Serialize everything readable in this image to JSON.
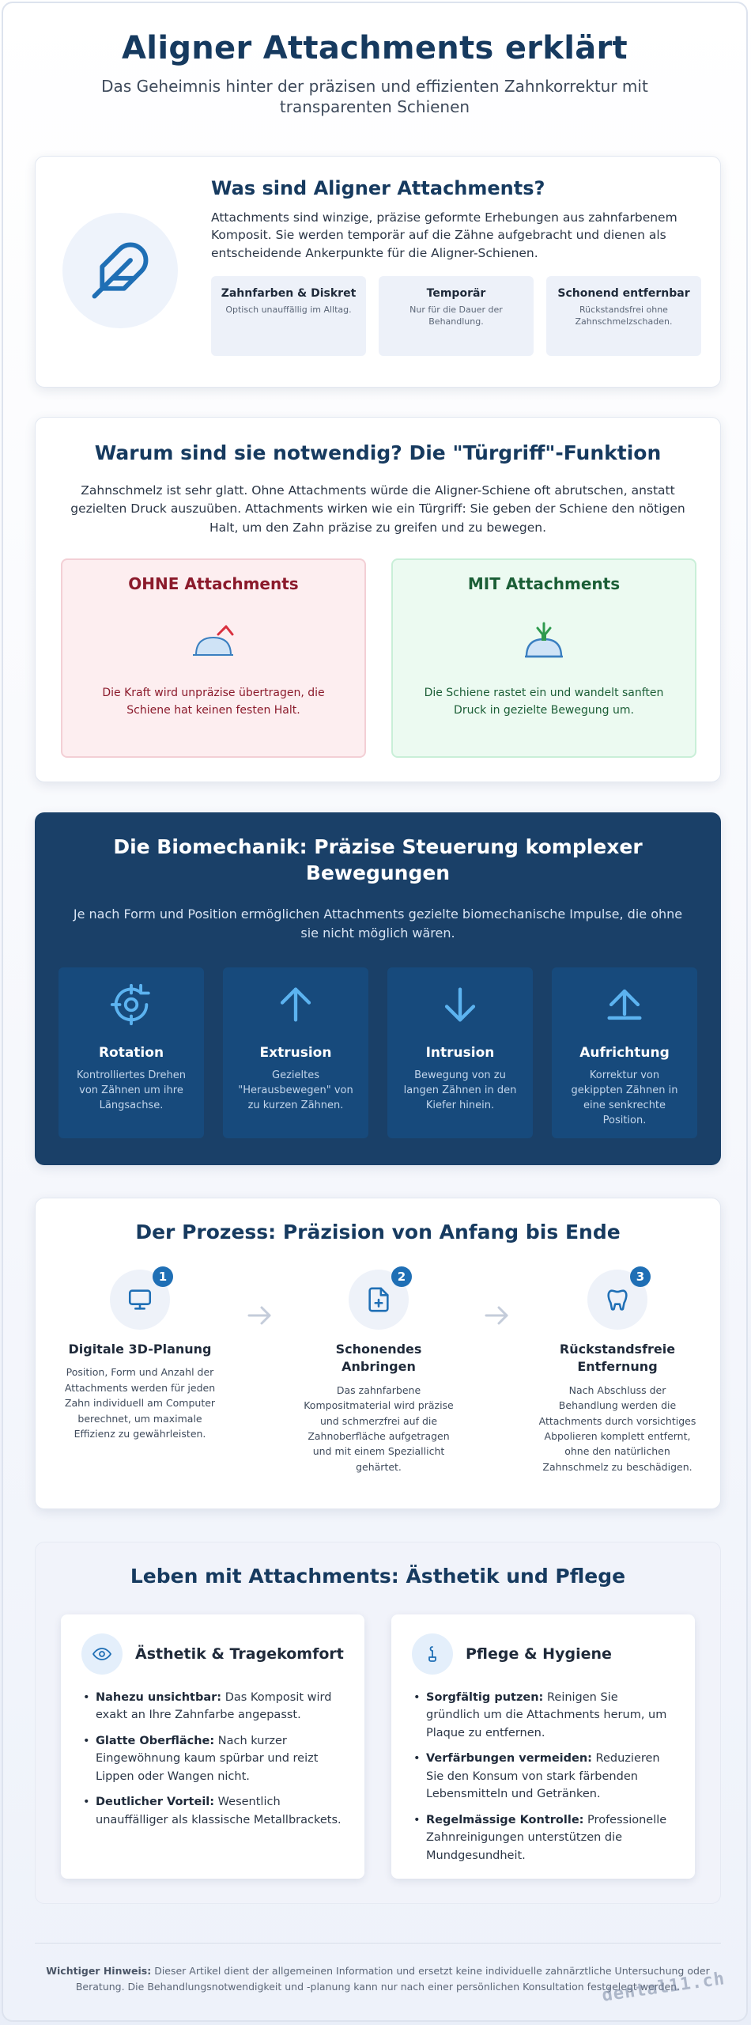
{
  "header": {
    "title": "Aligner Attachments erklärt",
    "subtitle": "Das Geheimnis hinter der präzisen und effizienten Zahnkorrektur mit transparenten Schienen"
  },
  "intro_section": {
    "icon": "feather-icon",
    "title": "Was sind Aligner Attachments?",
    "text": "Attachments sind winzige, präzise geformte Erhebungen aus zahnfarbenem Komposit. Sie werden temporär auf die Zähne aufgebracht und dienen als entscheidende Ankerpunkte für die Aligner-Schienen.",
    "features": [
      {
        "title": "Zahnfarben & Diskret",
        "desc": "Optisch unauffällig im Alltag."
      },
      {
        "title": "Temporär",
        "desc": "Nur für die Dauer der Behandlung."
      },
      {
        "title": "Schonend entfernbar",
        "desc": "Rückstandsfrei ohne Zahnschmelzschaden."
      }
    ]
  },
  "why_section": {
    "title": "Warum sind sie notwendig? Die \"Türgriff\"-Funktion",
    "text": "Zahnschmelz ist sehr glatt. Ohne Attachments würde die Aligner-Schiene oft abrutschen, anstatt gezielten Druck auszuüben. Attachments wirken wie ein Türgriff: Sie geben der Schiene den nötigen Halt, um den Zahn präzise zu greifen und zu bewegen.",
    "without": {
      "title": "OHNE Attachments",
      "desc": "Die Kraft wird unpräzise übertragen, die Schiene hat keinen festen Halt.",
      "color": "#8b1a2b"
    },
    "with": {
      "title": "MIT Attachments",
      "desc": "Die Schiene rastet ein und wandelt sanften Druck in gezielte Bewegung um.",
      "color": "#1b5e36"
    }
  },
  "bio_section": {
    "title": "Die Biomechanik: Präzise Steuerung komplexer Bewegungen",
    "text": "Je nach Form und Position ermöglichen Attachments gezielte biomechanische Impulse, die ohne sie nicht möglich wären.",
    "items": [
      {
        "title": "Rotation",
        "desc": "Kontrolliertes Drehen von Zähnen um ihre Längsachse.",
        "icon": "rotation-icon"
      },
      {
        "title": "Extrusion",
        "desc": "Gezieltes \"Herausbewegen\" von zu kurzen Zähnen.",
        "icon": "arrow-up-icon"
      },
      {
        "title": "Intrusion",
        "desc": "Bewegung von zu langen Zähnen in den Kiefer hinein.",
        "icon": "arrow-down-icon"
      },
      {
        "title": "Aufrichtung",
        "desc": "Korrektur von gekippten Zähnen in eine senkrechte Position.",
        "icon": "upright-icon"
      }
    ]
  },
  "process_section": {
    "title": "Der Prozess: Präzision von Anfang bis Ende",
    "steps": [
      {
        "num": "1",
        "title": "Digitale 3D-Planung",
        "desc": "Position, Form und Anzahl der Attachments werden für jeden Zahn individuell am Computer berechnet, um maximale Effizienz zu gewährleisten.",
        "icon": "monitor-icon"
      },
      {
        "num": "2",
        "title": "Schonendes Anbringen",
        "desc": "Das zahnfarbene Kompositmaterial wird präzise und schmerzfrei auf die Zahnoberfläche aufgetragen und mit einem Speziallicht gehärtet.",
        "icon": "file-plus-icon"
      },
      {
        "num": "3",
        "title": "Rückstandsfreie Entfernung",
        "desc": "Nach Abschluss der Behandlung werden die Attachments durch vorsichtiges Abpolieren komplett entfernt, ohne den natürlichen Zahnschmelz zu beschädigen.",
        "icon": "tooth-icon"
      }
    ]
  },
  "care_section": {
    "title": "Leben mit Attachments: Ästhetik und Pflege",
    "left": {
      "title": "Ästhetik & Tragekomfort",
      "items": [
        {
          "bold": "Nahezu unsichtbar:",
          "text": " Das Komposit wird exakt an Ihre Zahnfarbe angepasst."
        },
        {
          "bold": "Glatte Oberfläche:",
          "text": " Nach kurzer Eingewöhnung kaum spürbar und reizt Lippen oder Wangen nicht."
        },
        {
          "bold": "Deutlicher Vorteil:",
          "text": " Wesentlich unauffälliger als klassische Metallbrackets."
        }
      ]
    },
    "right": {
      "title": "Pflege & Hygiene",
      "items": [
        {
          "bold": "Sorgfältig putzen:",
          "text": " Reinigen Sie gründlich um die Attachments herum, um Plaque zu entfernen."
        },
        {
          "bold": "Verfärbungen vermeiden:",
          "text": " Reduzieren Sie den Konsum von stark färbenden Lebensmitteln und Getränken."
        },
        {
          "bold": "Regelmässige Kontrolle:",
          "text": " Professionelle Zahnreinigungen unterstützen die Mundgesundheit."
        }
      ]
    }
  },
  "footer": {
    "label": "Wichtiger Hinweis:",
    "text": " Dieser Artikel dient der allgemeinen Information und ersetzt keine individuelle zahnärztliche Untersuchung oder Beratung. Die Behandlungsnotwendigkeit und -planung kann nur nach einer persönlichen Konsultation festgelegt werden.",
    "watermark": "dental11.ch"
  },
  "colors": {
    "primary": "#163a5f",
    "accent": "#1f6fb5",
    "dark_panel": "#1a4068"
  }
}
